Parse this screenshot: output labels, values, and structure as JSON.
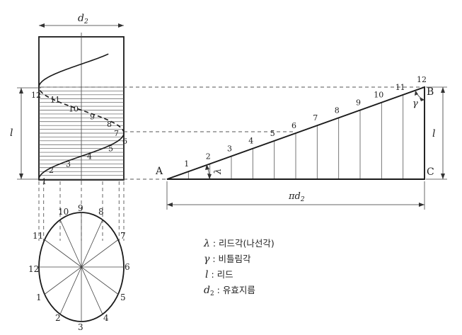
{
  "dimensions": {
    "d2": "d",
    "d2_sub": "2",
    "l": "l",
    "pi_d2": "πd",
    "pi_d2_sub": "2"
  },
  "points": {
    "A": "A",
    "B": "B",
    "C": "C"
  },
  "angles": {
    "lambda": "λ",
    "gamma": "γ"
  },
  "helix_divisions": [
    "1",
    "2",
    "3",
    "4",
    "5",
    "6",
    "7",
    "8",
    "9",
    "10",
    "11",
    "12"
  ],
  "circle_divisions": [
    "1",
    "2",
    "3",
    "4",
    "5",
    "6",
    "7",
    "8",
    "9",
    "10",
    "11",
    "12"
  ],
  "triangle_divisions": [
    "1",
    "2",
    "3",
    "4",
    "5",
    "6",
    "7",
    "8",
    "9",
    "10",
    "11",
    "12"
  ],
  "legend": [
    {
      "symbol": "λ",
      "sep": " : ",
      "text": "리드각(나선각)"
    },
    {
      "symbol": "γ",
      "sep": " : ",
      "text": "비틀림각"
    },
    {
      "symbol": "l",
      "sep": " : ",
      "text": "리드"
    },
    {
      "symbol": "d",
      "symbol_sub": "2",
      "sep": " : ",
      "text": "유효지름"
    }
  ],
  "colors": {
    "line": "#1a1a1a",
    "thin": "#444444",
    "dash": "#555555",
    "background": "#ffffff"
  }
}
